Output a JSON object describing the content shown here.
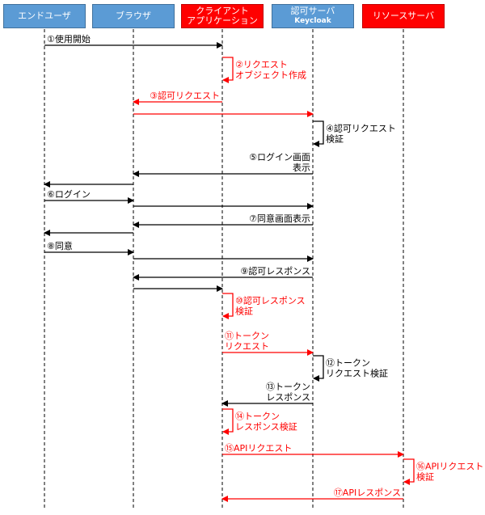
{
  "lanes": [
    {
      "line1": "エンドユーザ",
      "line2": "",
      "color": "blue"
    },
    {
      "line1": "ブラウザ",
      "line2": "",
      "color": "blue"
    },
    {
      "line1": "クライアント",
      "line2": "アプリケーション",
      "color": "red"
    },
    {
      "line1": "認可サーバ",
      "line2": "Keycloak",
      "color": "blue"
    },
    {
      "line1": "リソースサーバ",
      "line2": "",
      "color": "red"
    }
  ],
  "colors": {
    "black": "#000000",
    "red": "#ff0000",
    "blue": "#5b9bd5"
  },
  "messages": [
    {
      "type": "arrow",
      "from": 0,
      "to": 2,
      "lines": [
        "①使用開始"
      ],
      "color": "black"
    },
    {
      "type": "self",
      "at": 2,
      "lines": [
        "②リクエスト",
        "オブジェクト作成"
      ],
      "color": "red"
    },
    {
      "type": "arrow",
      "from": 2,
      "to": 1,
      "lines": [
        "③認可リクエスト"
      ],
      "color": "red"
    },
    {
      "type": "arrow",
      "from": 1,
      "to": 3,
      "lines": [],
      "color": "red"
    },
    {
      "type": "self",
      "at": 3,
      "lines": [
        "④認可リクエスト",
        "検証"
      ],
      "color": "black"
    },
    {
      "type": "arrow",
      "from": 3,
      "to": 1,
      "lines": [
        "⑤ログイン画面",
        "表示"
      ],
      "color": "black"
    },
    {
      "type": "arrow",
      "from": 1,
      "to": 0,
      "lines": [],
      "color": "black"
    },
    {
      "type": "arrow",
      "from": 0,
      "to": 1,
      "lines": [
        "⑥ログイン"
      ],
      "color": "black"
    },
    {
      "type": "arrow",
      "from": 1,
      "to": 3,
      "lines": [],
      "color": "black"
    },
    {
      "type": "arrow",
      "from": 3,
      "to": 1,
      "lines": [
        "⑦同意画面表示"
      ],
      "color": "black"
    },
    {
      "type": "arrow",
      "from": 1,
      "to": 0,
      "lines": [],
      "color": "black"
    },
    {
      "type": "arrow",
      "from": 0,
      "to": 1,
      "lines": [
        "⑧同意"
      ],
      "color": "black"
    },
    {
      "type": "arrow",
      "from": 1,
      "to": 3,
      "lines": [],
      "color": "black"
    },
    {
      "type": "arrow",
      "from": 3,
      "to": 1,
      "lines": [
        "⑨認可レスポンス"
      ],
      "color": "black"
    },
    {
      "type": "arrow",
      "from": 1,
      "to": 2,
      "lines": [],
      "color": "black"
    },
    {
      "type": "self",
      "at": 2,
      "lines": [
        "⑩認可レスポンス",
        "検証"
      ],
      "color": "red"
    },
    {
      "type": "arrow",
      "from": 2,
      "to": 3,
      "lines": [
        "⑪トークン",
        "リクエスト"
      ],
      "color": "red"
    },
    {
      "type": "self",
      "at": 3,
      "lines": [
        "⑫トークン",
        "リクエスト検証"
      ],
      "color": "black"
    },
    {
      "type": "arrow",
      "from": 3,
      "to": 2,
      "lines": [
        "⑬トークン",
        "レスポンス"
      ],
      "color": "black"
    },
    {
      "type": "self",
      "at": 2,
      "lines": [
        "⑭トークン",
        "レスポンス検証"
      ],
      "color": "red"
    },
    {
      "type": "arrow",
      "from": 2,
      "to": 4,
      "lines": [
        "⑮APIリクエスト"
      ],
      "color": "red"
    },
    {
      "type": "self",
      "at": 4,
      "lines": [
        "⑯APIリクエスト",
        "検証"
      ],
      "color": "red"
    },
    {
      "type": "arrow",
      "from": 4,
      "to": 2,
      "lines": [
        "⑰APIレスポンス"
      ],
      "color": "red"
    }
  ]
}
